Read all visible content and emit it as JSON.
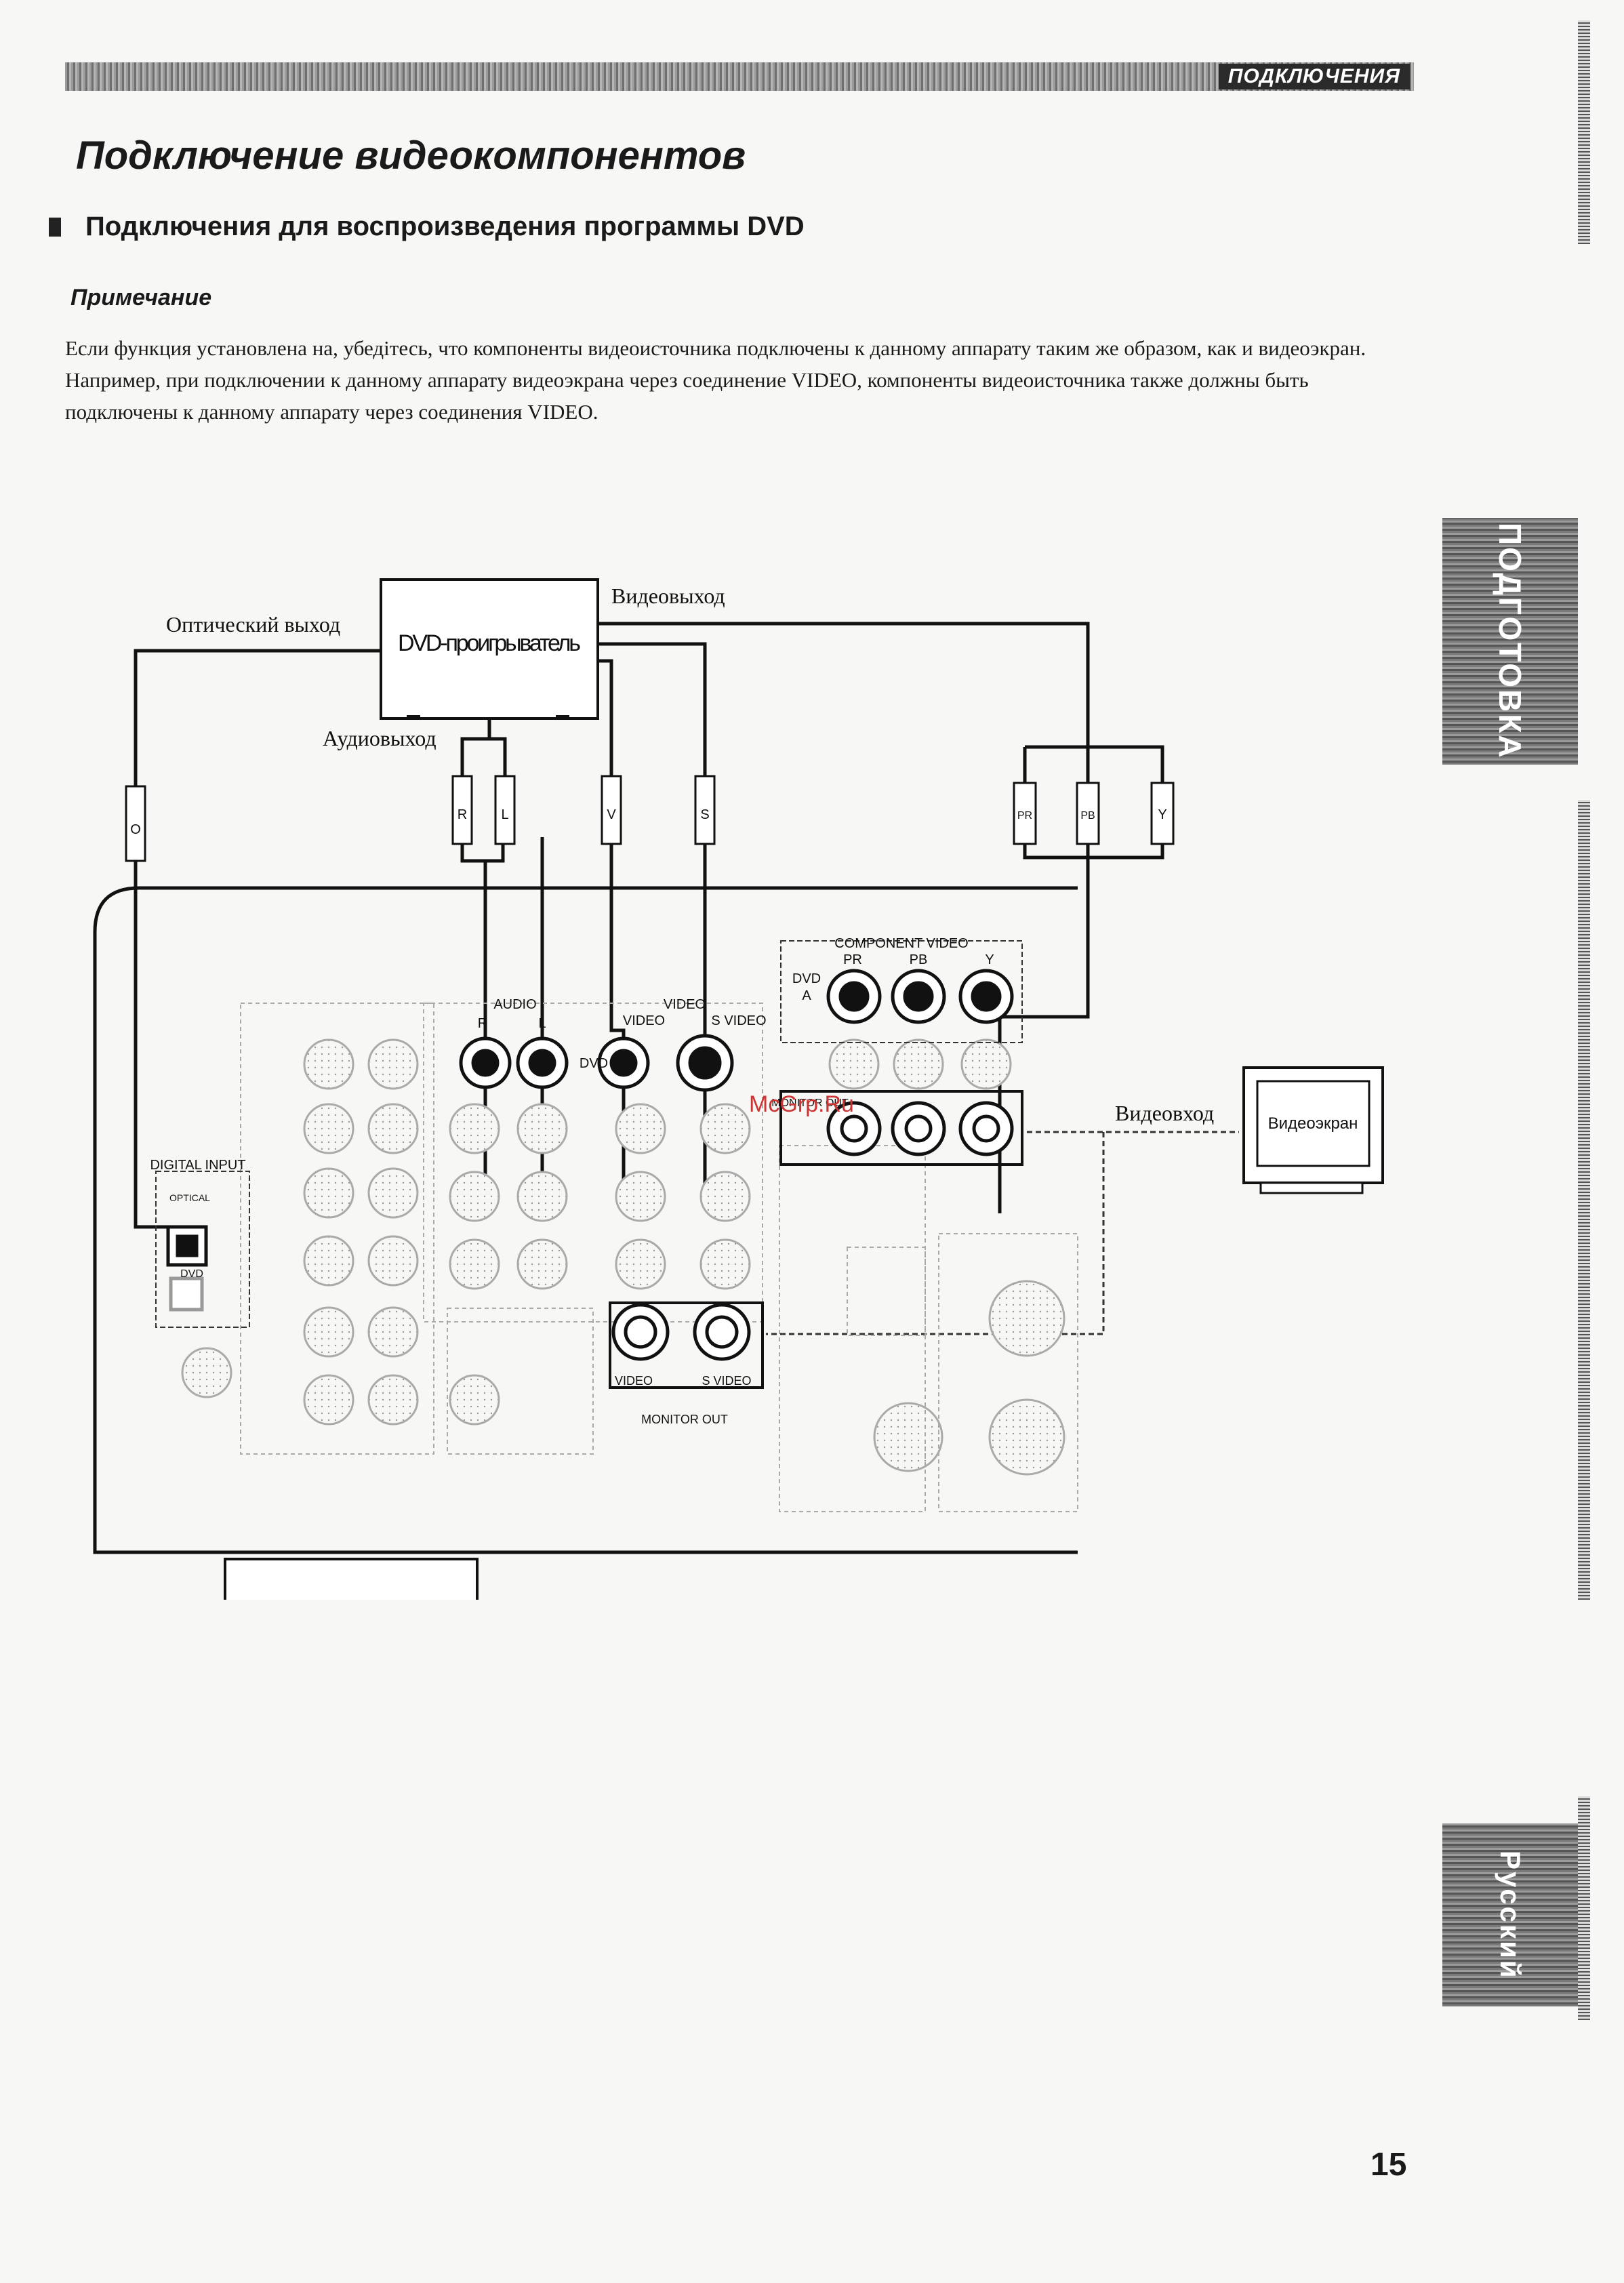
{
  "header": {
    "section_label": "ПОДКЛЮЧЕНИЯ"
  },
  "page_title": "Подключение видеокомпонентов",
  "section_heading": "Подключения для воспроизведения программы DVD",
  "note": {
    "title": "Примечание",
    "body": "Если функция установлена на, убедiтесь, что компоненты видеоисточника подключены к данному аппарату таким же образом, как и видеоэкран. Например, при подключении к данному аппарату видеоэкрана через соединение VIDEO, компоненты видеоисточника также должны быть подключены к данному аппарату через соединения VIDEO."
  },
  "diagram": {
    "dvd_player": "DVD-проигрыватель",
    "labels": {
      "optical_out": "Оптический выход",
      "video_out": "Видеовыход",
      "audio_out": "Аудиовыход",
      "video_in": "Видеовход",
      "video_screen": "Видеоэкран"
    },
    "plugs": {
      "optical": "O",
      "right": "R",
      "left": "L",
      "video": "V",
      "svideo": "S",
      "pr": "PR",
      "pb": "PB",
      "y": "Y"
    },
    "panel": {
      "audio": "AUDIO",
      "video": "VIDEO",
      "video_col": "VIDEO",
      "svideo_col": "S VIDEO",
      "dvd_row": "DVD",
      "r_mark": "R",
      "l_mark": "L",
      "component_video": "COMPONENT VIDEO",
      "comp_pr": "PR",
      "comp_pb": "PB",
      "comp_y": "Y",
      "comp_dvd": "DVD",
      "comp_a": "A",
      "monitor_out_comp": "MONITOR OUT",
      "digital_input": "DIGITAL INPUT",
      "optical": "OPTICAL",
      "dvd_digital": "DVD",
      "mo_video": "VIDEO",
      "mo_svideo": "S VIDEO",
      "monitor_out": "MONITOR OUT"
    },
    "watermark": "McGrp.Ru"
  },
  "side_tabs": {
    "preparation": "ПОДГОТОВКА",
    "russian": "Русский"
  },
  "page_number": "15"
}
